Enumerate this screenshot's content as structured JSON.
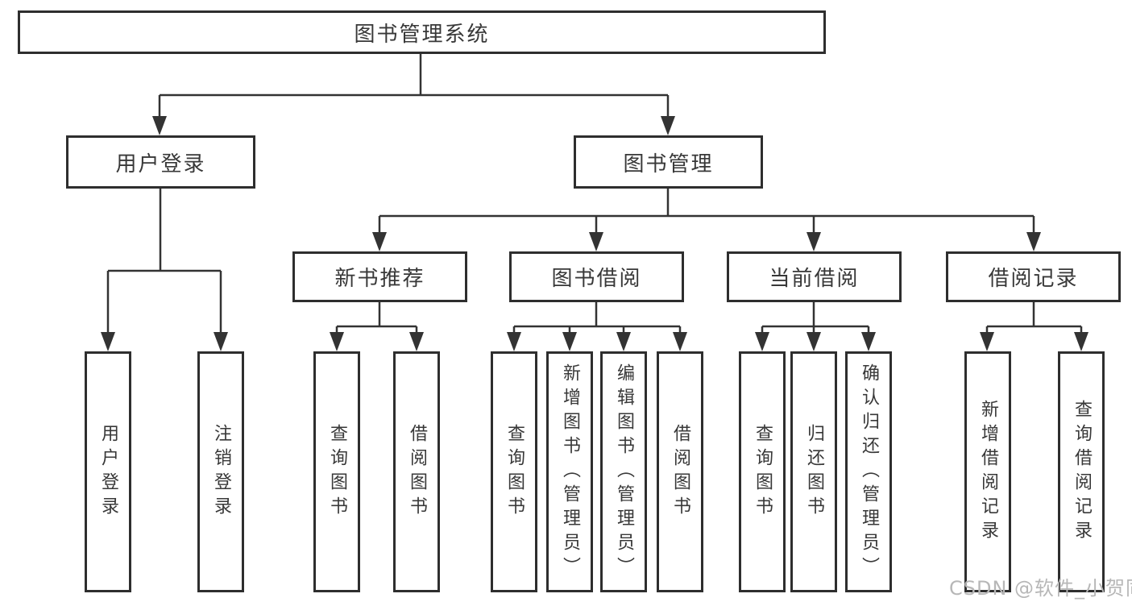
{
  "diagram_type": "function-structure-tree",
  "colors": {
    "line": "#333333",
    "box_border": "#2e2e2e",
    "text": "#383838",
    "background": "#ffffff",
    "watermark_text_color": "#b7b7b7"
  },
  "tree": {
    "root": {
      "label": "图书管理系统",
      "children": [
        {
          "label": "用户登录",
          "children": [
            {
              "label": "用户登录"
            },
            {
              "label": "注销登录"
            }
          ]
        },
        {
          "label": "图书管理",
          "children": [
            {
              "label": "新书推荐",
              "children": [
                {
                  "label": "查询图书"
                },
                {
                  "label": "借阅图书"
                }
              ]
            },
            {
              "label": "图书借阅",
              "children": [
                {
                  "label": "查询图书"
                },
                {
                  "label": "新增图书（管理员）"
                },
                {
                  "label": "编辑图书（管理员）"
                },
                {
                  "label": "借阅图书"
                }
              ]
            },
            {
              "label": "当前借阅",
              "children": [
                {
                  "label": "查询图书"
                },
                {
                  "label": "归还图书"
                },
                {
                  "label": "确认归还（管理员）"
                }
              ]
            },
            {
              "label": "借阅记录",
              "children": [
                {
                  "label": "新增借阅记录"
                },
                {
                  "label": "查询借阅记录"
                }
              ]
            }
          ]
        }
      ]
    }
  },
  "watermark": {
    "text": "CSDN @软件_小贺同学"
  }
}
